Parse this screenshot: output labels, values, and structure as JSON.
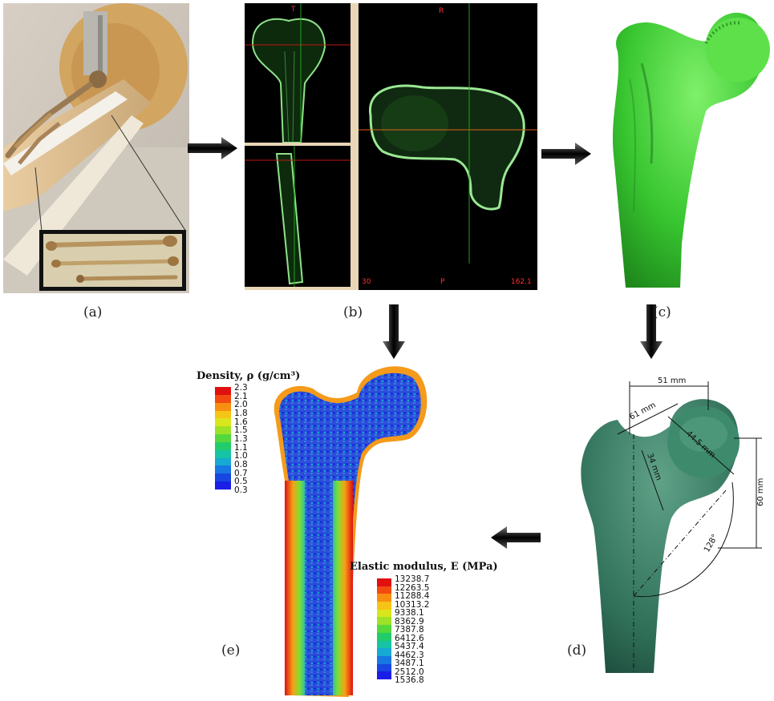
{
  "panel_labels": {
    "a": "(a)",
    "b": "(b)",
    "c": "(c)",
    "d": "(d)",
    "e": "(e)"
  },
  "ct_labels": {
    "top_left_marker": "T",
    "top_right_marker": "R",
    "bottom_left_marker": "30",
    "bottom_mid_marker": "P",
    "bottom_right_marker": "162.1"
  },
  "dimensions": {
    "d1": "51 mm",
    "d2": "61 mm",
    "d3": "44.5 mm",
    "d4": "34 mm",
    "d5": "60 mm",
    "angle": "128°"
  },
  "density_legend": {
    "title": "Density, ρ (g/cm³)",
    "ticks": [
      "2.3",
      "2.1",
      "2.0",
      "1.8",
      "1.6",
      "1.5",
      "1.3",
      "1.1",
      "1.0",
      "0.8",
      "0.7",
      "0.5",
      "0.3"
    ],
    "colors": [
      "#e01010",
      "#f24a10",
      "#f98f10",
      "#f6c417",
      "#d9e61b",
      "#9de226",
      "#55d83c",
      "#22cc6a",
      "#16c3a3",
      "#16a9d2",
      "#1777e3",
      "#1746e0",
      "#1a1ee6"
    ]
  },
  "modulus_legend": {
    "title": "Elastic modulus, E (MPa)",
    "ticks": [
      "13238.7",
      "12263.5",
      "11288.4",
      "10313.2",
      "9338.1",
      "8362.9",
      "7387.8",
      "6412.6",
      "5437.4",
      "4462.3",
      "3487.1",
      "2512.0",
      "1536.8"
    ],
    "colors": [
      "#e01010",
      "#f24a10",
      "#f98f10",
      "#f6c417",
      "#d9e61b",
      "#9de226",
      "#55d83c",
      "#22cc6a",
      "#16c3a3",
      "#16a9d2",
      "#1777e3",
      "#1746e0",
      "#1a1ee6"
    ]
  }
}
